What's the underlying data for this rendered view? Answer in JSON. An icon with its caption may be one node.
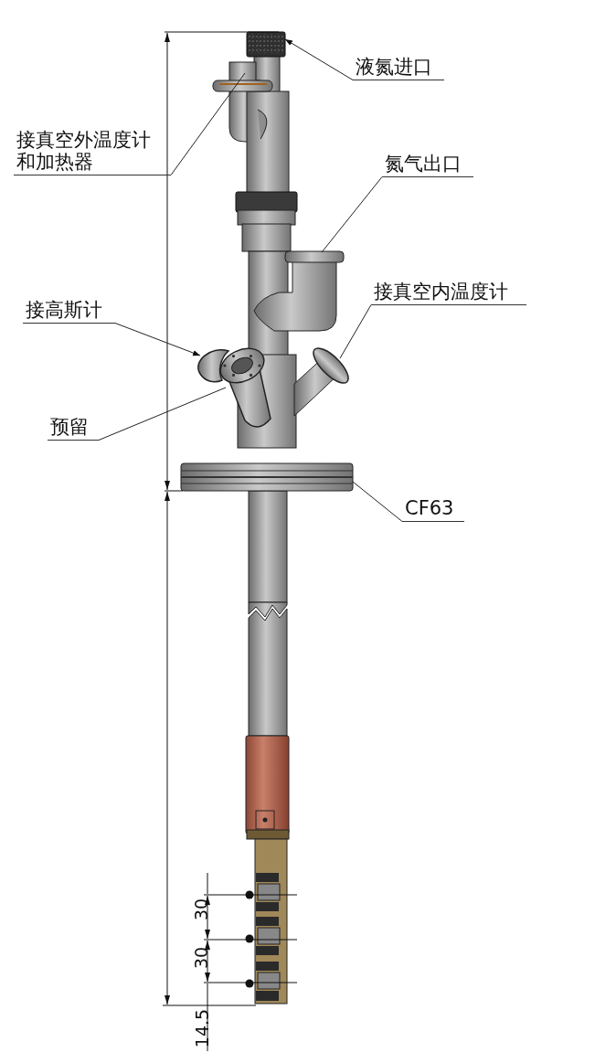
{
  "diagram": {
    "nodes": [
      {
        "text": [
          "液氮进口"
        ]
      },
      {
        "text": [],
        "shape": "picture"
      },
      {
        "text": [
          "接真空外温度计和加热器"
        ]
      },
      {
        "text": [],
        "shape": "picture"
      },
      {
        "text": [
          "氮气出口"
        ]
      },
      {
        "text": [],
        "shape": "picture"
      },
      {
        "text": [
          "接真空内温度计"
        ]
      },
      {
        "text": [],
        "shape": "picture"
      },
      {
        "text": [
          "接高斯计"
        ]
      },
      {
        "text": [],
        "shape": "picture"
      },
      {
        "text": [
          "预留"
        ]
      },
      {
        "text": [],
        "shape": "picture"
      },
      {
        "text": [
          "CF63"
        ]
      },
      {
        "text": [],
        "shape": "picture"
      }
    ],
    "edges": [
      {
        "from": 0,
        "to": 1,
        "arrow": "to"
      },
      {
        "from": 2,
        "to": 3,
        "arrow": "none"
      },
      {
        "from": 4,
        "to": 5,
        "arrow": "none"
      },
      {
        "from": 6,
        "to": 7,
        "arrow": "none"
      },
      {
        "from": 8,
        "to": 9,
        "arrow": "to"
      },
      {
        "from": 10,
        "to": 11,
        "arrow": "none"
      },
      {
        "from": 12,
        "to": 13,
        "arrow": "none"
      }
    ],
    "labels": [
      "30",
      "30",
      "14.5"
    ]
  }
}
